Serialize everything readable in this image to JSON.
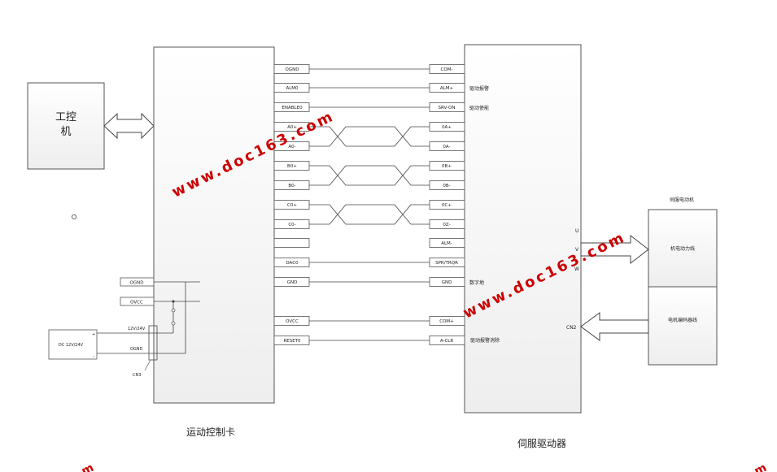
{
  "blocks": {
    "ipc_line1": "工控",
    "ipc_line2": "机",
    "controller_caption": "运动控制卡",
    "driver_caption": "伺服驱动器",
    "motor_title": "伺服电动机",
    "motor_power": "机电动力线",
    "motor_encoder": "电机编码器线"
  },
  "controller_pins": [
    "OGND",
    "ALM0",
    "ENABLE0",
    "A0+",
    "A0-",
    "B0+",
    "B0-",
    "C0+",
    "C0-",
    "",
    "DAC0",
    "GND",
    "OVCC",
    "RESET0"
  ],
  "driver_pins": [
    "COM-",
    "ALM+",
    "SRV-ON",
    "0A+",
    "0A-",
    "0B+",
    "0B-",
    "0C+",
    "0Z-",
    "ALM-",
    "SPR/TRQR",
    "GND",
    "COM+",
    "A-CLR"
  ],
  "driver_notes": {
    "alm": "驱动报警",
    "srv": "驱动使能",
    "gnd": "数字地",
    "clr": "驱动报警消除"
  },
  "motor_terminals": {
    "u": "U",
    "v": "V",
    "w": "W",
    "cn2": "CN2"
  },
  "power": {
    "ognd": "OGND",
    "ovcc": "OVCC",
    "supply": "DC  12V/24V",
    "plus": "+",
    "minus": "-",
    "v_label": "12V/24V",
    "g_label": "OGND",
    "cn": "CN3"
  },
  "watermark": "www.doc163.com"
}
